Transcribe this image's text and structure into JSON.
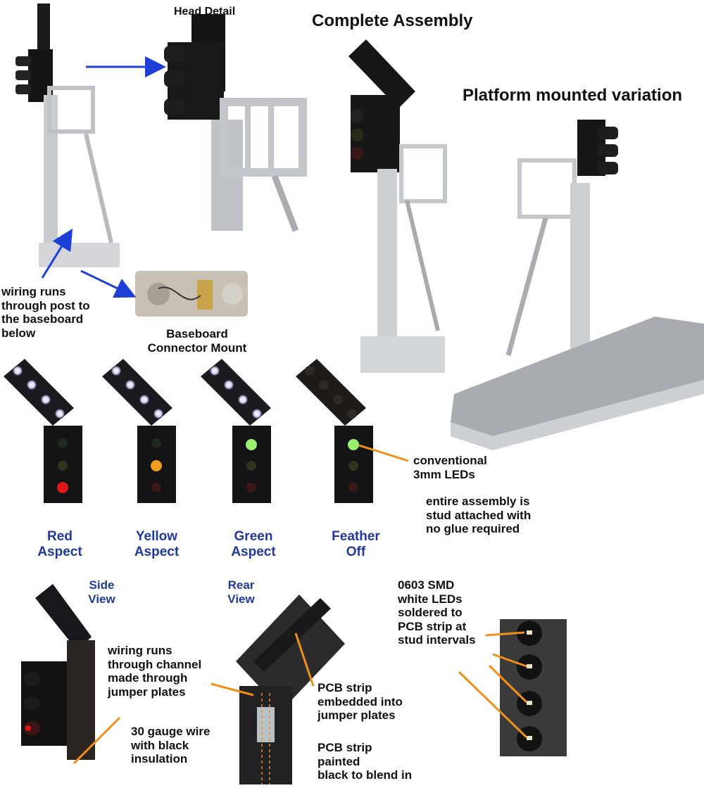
{
  "headings": {
    "head_detail": "Head Detail",
    "complete_assembly": "Complete Assembly",
    "platform_variation": "Platform mounted variation"
  },
  "callouts": {
    "wiring_post": [
      "wiring runs",
      "through post to",
      "the baseboard",
      "below"
    ],
    "baseboard": [
      "Baseboard",
      "Connector Mount"
    ],
    "leds": [
      "conventional",
      "3mm LEDs"
    ],
    "stud": [
      "entire assembly is",
      "stud attached with",
      "no glue required"
    ],
    "smd": [
      "0603 SMD",
      "white LEDs",
      "soldered to",
      "PCB strip at",
      "stud intervals"
    ],
    "wiring_channel": [
      "wiring runs",
      "through channel",
      "made through",
      "jumper plates"
    ],
    "wire_gauge": [
      "30 gauge wire",
      "with black",
      "insulation"
    ],
    "pcb_embedded": [
      "PCB strip",
      "embedded into",
      "jumper plates"
    ],
    "pcb_painted": [
      "PCB strip",
      "painted",
      "black to blend in"
    ]
  },
  "aspects": [
    {
      "line1": "Red",
      "line2": "Aspect"
    },
    {
      "line1": "Yellow",
      "line2": "Aspect"
    },
    {
      "line1": "Green",
      "line2": "Aspect"
    },
    {
      "line1": "Feather",
      "line2": "Off"
    }
  ],
  "views": {
    "side": {
      "line1": "Side",
      "line2": "View"
    },
    "rear": {
      "line1": "Rear",
      "line2": "View"
    }
  },
  "colors": {
    "arrow_blue": "#1e3fd6",
    "leader_orange": "#f0901a",
    "label_blue": "#1f3a9a",
    "red_lamp": "#e01818",
    "yellow_lamp": "#f0a020",
    "green_lamp": "#9cf070",
    "feather_white": "#e8e4ff"
  }
}
